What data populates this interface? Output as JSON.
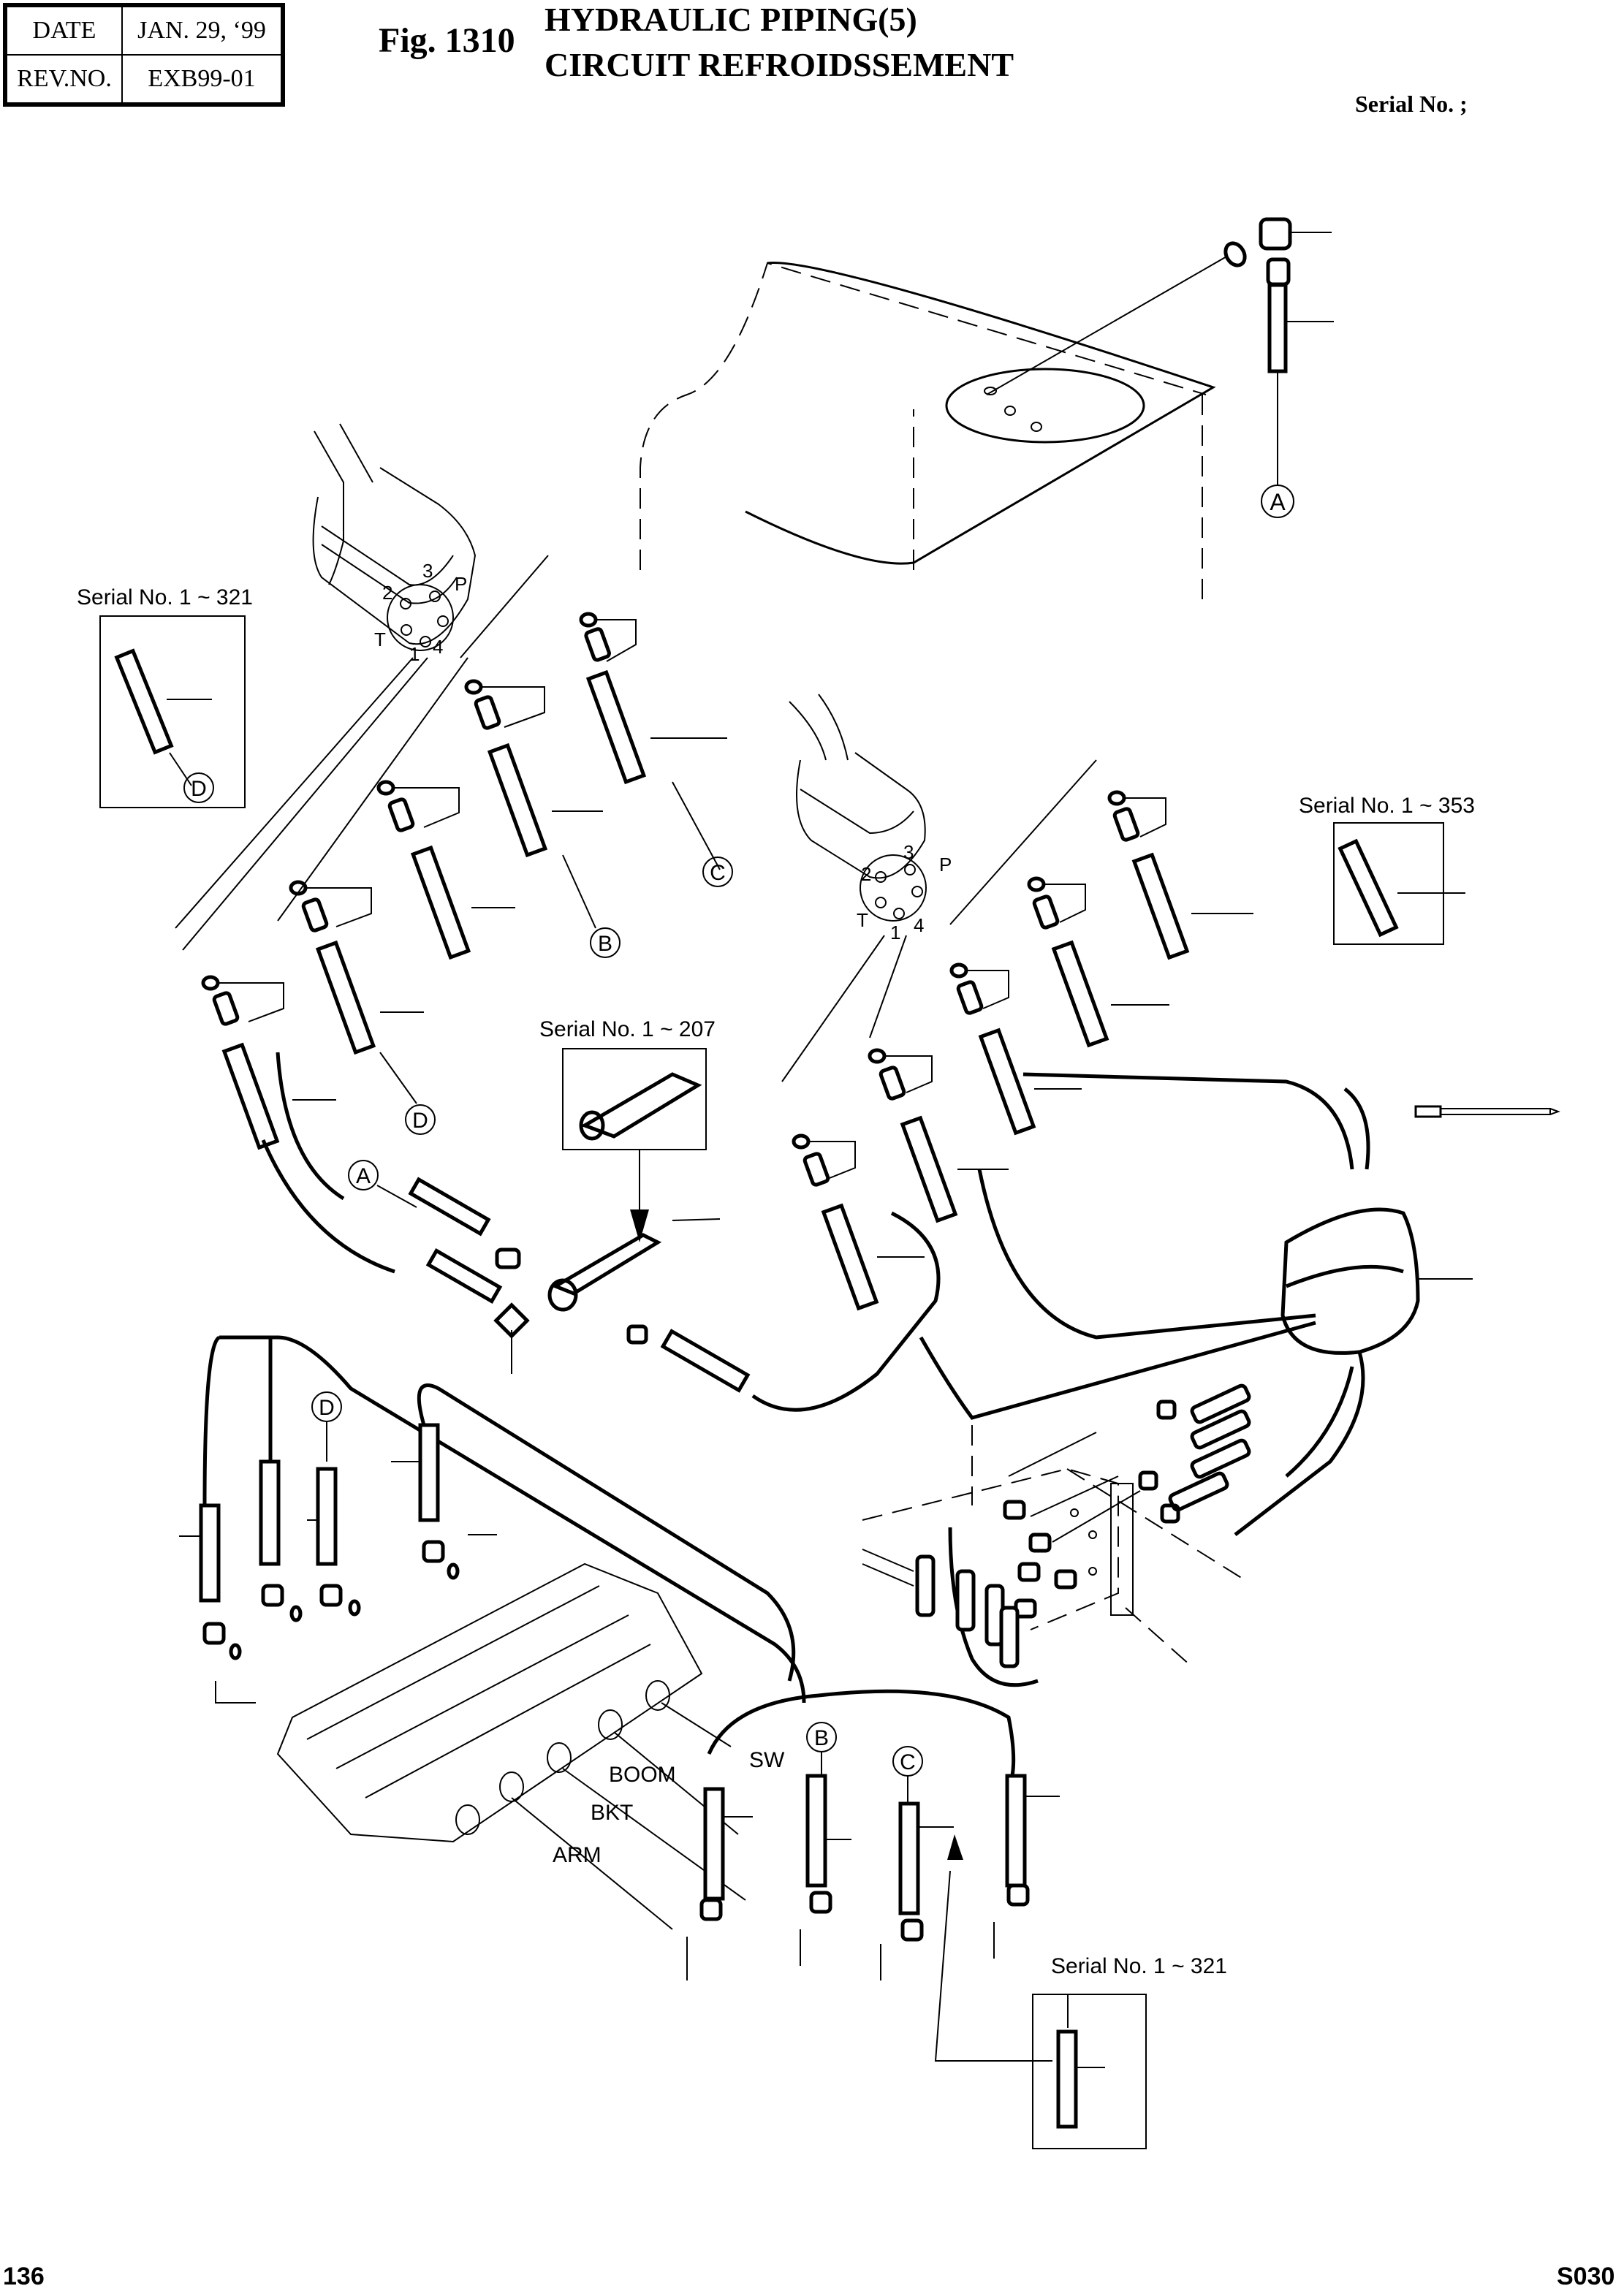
{
  "header": {
    "date_label": "DATE",
    "date_value": "JAN. 29, ‘99",
    "rev_label": "REV.NO.",
    "rev_value": "EXB99-01",
    "fig_label": "Fig. 1310",
    "title_line1": "HYDRAULIC PIPING(5)",
    "title_line2": "CIRCUIT REFROIDSSEMENT",
    "serial_no": "Serial No. ;"
  },
  "callouts": {
    "serial_left": "Serial No. 1 ~ 321",
    "serial_right": "Serial No. 1 ~ 353",
    "serial_bracket": "Serial No. 1 ~ 207",
    "serial_bottom": "Serial No. 1 ~ 321"
  },
  "ref_markers": {
    "A": "A",
    "B": "B",
    "C": "C",
    "D": "D"
  },
  "pilot_valve_ports": {
    "port_1": "1",
    "port_2": "2",
    "port_3": "3",
    "port_4": "4",
    "port_p": "P",
    "port_t": "T"
  },
  "control_valve_labels": {
    "boom": "BOOM",
    "bkt": "BKT",
    "arm": "ARM",
    "sw": "SW"
  },
  "footer": {
    "page_number": "136",
    "doc_code": "S030"
  }
}
